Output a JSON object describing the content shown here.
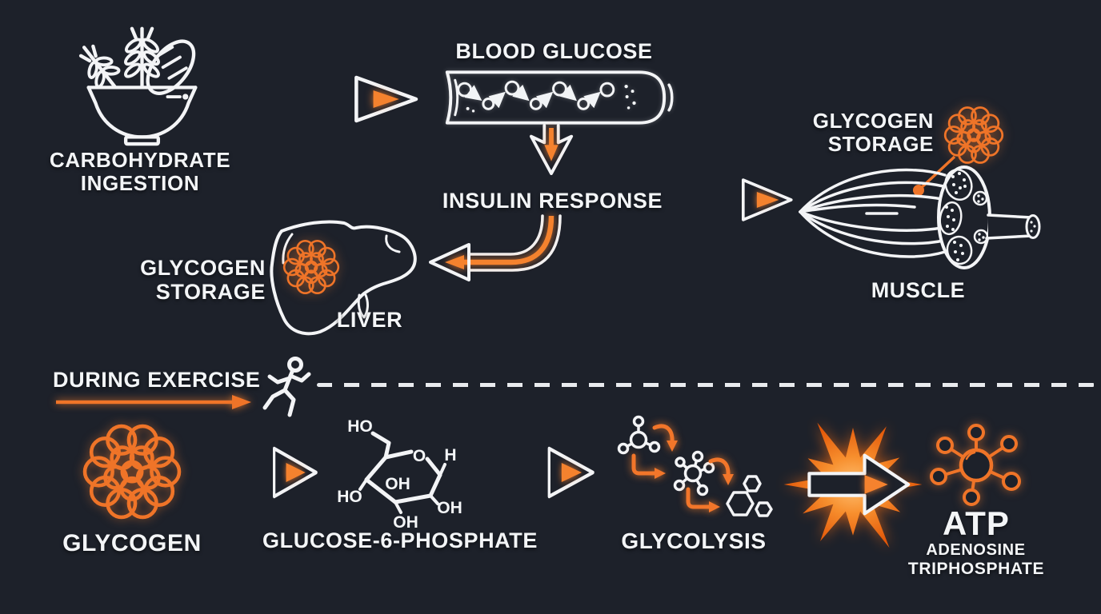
{
  "colors": {
    "background": "#1d212a",
    "line_white": "#f3f4f6",
    "accent_orange": "#ee7428",
    "accent_orange_bright": "#ff8f3c"
  },
  "sections": {
    "carb": {
      "line1": "CARBOHYDRATE",
      "line2": "INGESTION"
    },
    "blood_glucose": {
      "label": "BLOOD GLUCOSE"
    },
    "insulin": {
      "label": "INSULIN RESPONSE"
    },
    "muscle": {
      "label": "MUSCLE",
      "storage1": "GLYCOGEN",
      "storage2": "STORAGE"
    },
    "liver": {
      "label": "LIVER",
      "storage1": "GLYCOGEN",
      "storage2": "STORAGE"
    },
    "divider": {
      "label": "DURING EXERCISE"
    },
    "glycogen": {
      "label": "GLYCOGEN"
    },
    "g6p": {
      "label": "GLUCOSE-6-PHOSPHATE",
      "atoms": {
        "top": "HO",
        "ring_o": "O",
        "right_h": "H",
        "inner": "OH",
        "left": "HO",
        "right": "OH",
        "bottom": "OH"
      }
    },
    "glycolysis": {
      "label": "GLYCOLYSIS"
    },
    "atp": {
      "label": "ATP",
      "sub1": "ADENOSINE",
      "sub2": "TRIPHOSPHATE"
    }
  },
  "icons": {
    "carbohydrate-bowl-icon": "svg-line-art",
    "blood-vessel-icon": "svg-line-art",
    "insulin-down-arrow-icon": "svg-line-art",
    "flow-arrow-icon": "svg-line-art",
    "return-arrow-icon": "svg-line-art",
    "muscle-icon": "svg-line-art",
    "glycogen-cluster-icon": "svg-line-art",
    "liver-icon": "svg-line-art",
    "runner-icon": "svg-line-art",
    "glucose-ring-icon": "svg-line-art",
    "glycolysis-cascade-icon": "svg-line-art",
    "energy-burst-icon": "svg-line-art",
    "atp-molecule-icon": "svg-line-art"
  }
}
